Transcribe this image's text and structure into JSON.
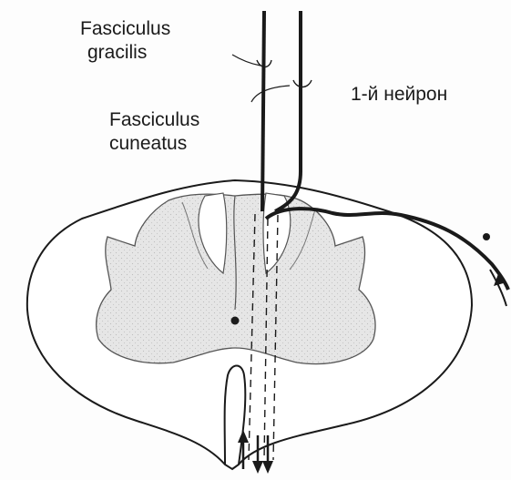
{
  "labels": {
    "fasciculus_gracilis": [
      "Fasciculus",
      "gracilis"
    ],
    "fasciculus_cuneatus": [
      "Fasciculus",
      "cuneatus"
    ],
    "first_neuron": "1-й нейрон"
  },
  "colors": {
    "ink": "#1a1a1a",
    "grey_matter": "#e4e4e4",
    "background": "#fdfdfd"
  }
}
